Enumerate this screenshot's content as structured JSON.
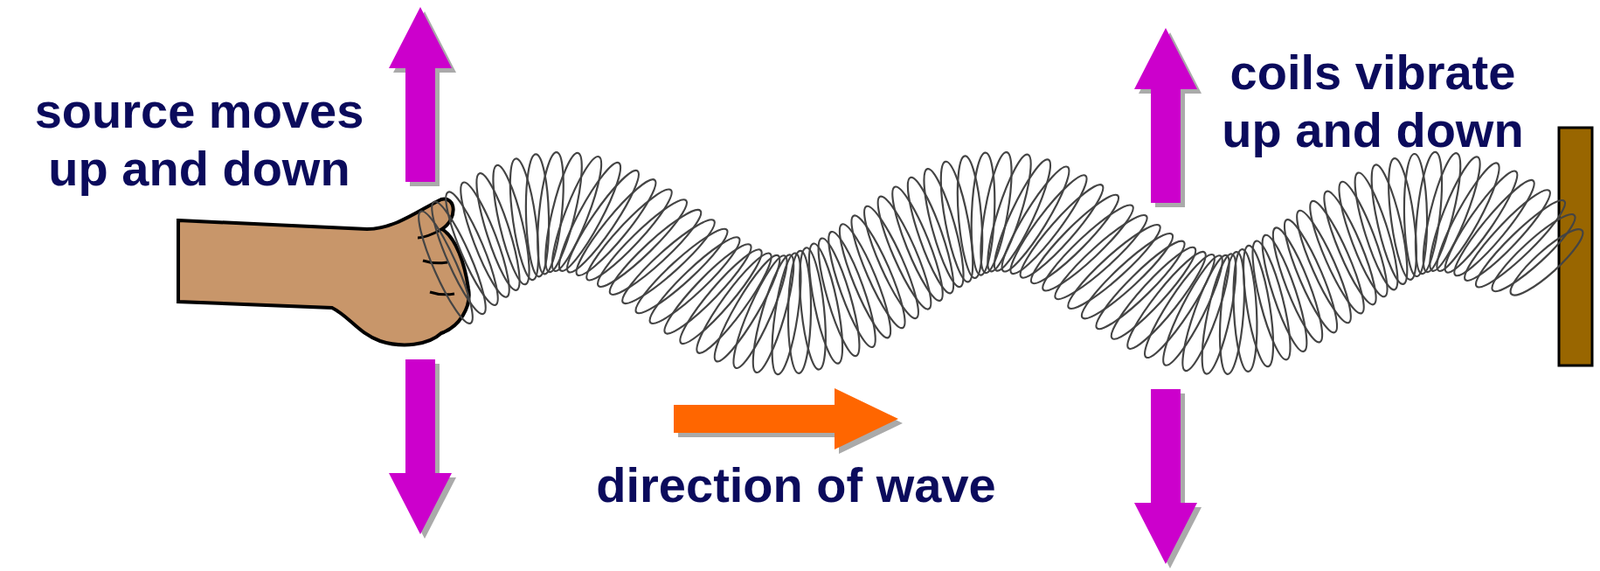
{
  "diagram": {
    "labels": [
      "source moves up and down",
      "coils vibrate up and down",
      "direction of wave"
    ]
  }
}
